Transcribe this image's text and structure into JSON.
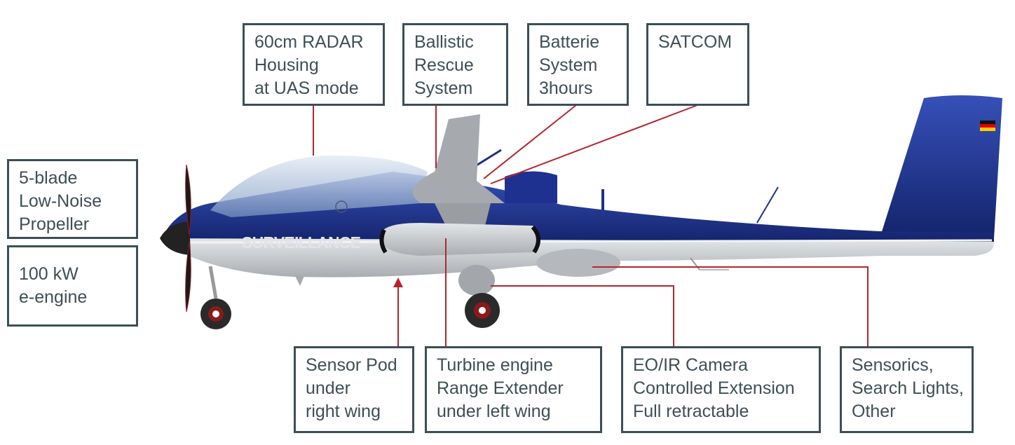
{
  "colors": {
    "leader": "#b3262d",
    "border": "#3b4f55",
    "text": "#3e4f55",
    "fuselage_blue": "#1d2f86",
    "fuselage_grey": "#c9cccf"
  },
  "aircraft": {
    "livery_text": "SURVEILLANCE",
    "flag": "german-flag"
  },
  "labels": {
    "radar": [
      "60cm RADAR",
      "Housing",
      "at UAS mode"
    ],
    "ballistic": [
      "Ballistic",
      "Rescue",
      "System"
    ],
    "battery": [
      "Batterie",
      "System",
      "3hours"
    ],
    "satcom": [
      "SATCOM"
    ],
    "propeller": [
      "5-blade",
      "Low-Noise",
      "Propeller"
    ],
    "engine": [
      "100 kW",
      "e-engine"
    ],
    "sensor_pod": [
      "Sensor Pod",
      "under",
      "right wing"
    ],
    "turbine": [
      "Turbine engine",
      "Range Extender",
      "under left wing"
    ],
    "eoir": [
      "EO/IR Camera",
      "Controlled Extension",
      "Full retractable"
    ],
    "sensorics": [
      "Sensorics,",
      "Search Lights,",
      "Other"
    ]
  }
}
